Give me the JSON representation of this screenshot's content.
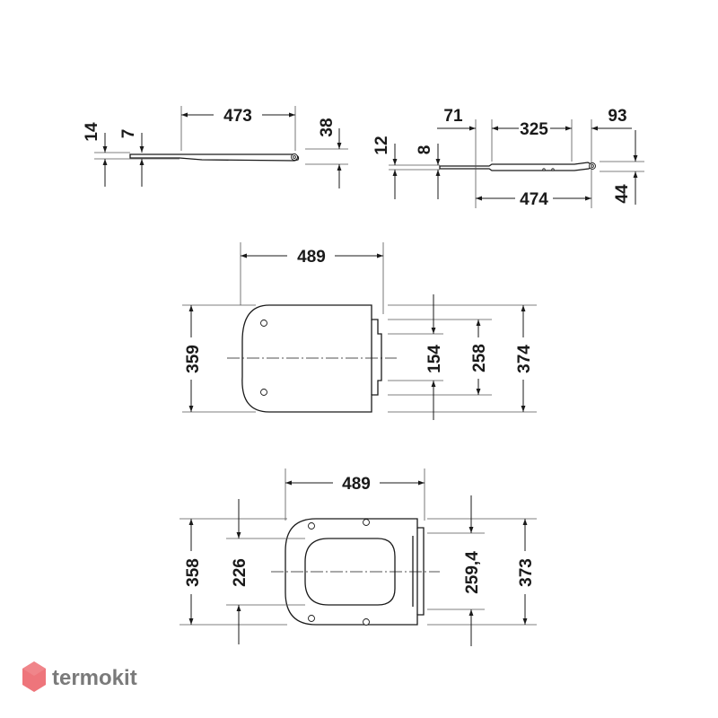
{
  "side_view_left": {
    "length": "473",
    "thickness_a": "14",
    "thickness_b": "7",
    "height": "38"
  },
  "side_view_right": {
    "thickness_a": "12",
    "thickness_b": "8",
    "offset_front": "71",
    "hinge_span": "325",
    "offset_rear": "93",
    "length": "474",
    "height": "44"
  },
  "top_view_lid": {
    "width": "489",
    "depth": "359",
    "hinge_inner": "154",
    "hinge_outer": "258",
    "total_depth": "374"
  },
  "top_view_seat": {
    "width": "489",
    "depth": "358",
    "opening": "226",
    "hinge_spacing": "259,4",
    "total_depth": "373"
  },
  "brand": {
    "name": "termokit",
    "logo_color": "#e8474f"
  }
}
